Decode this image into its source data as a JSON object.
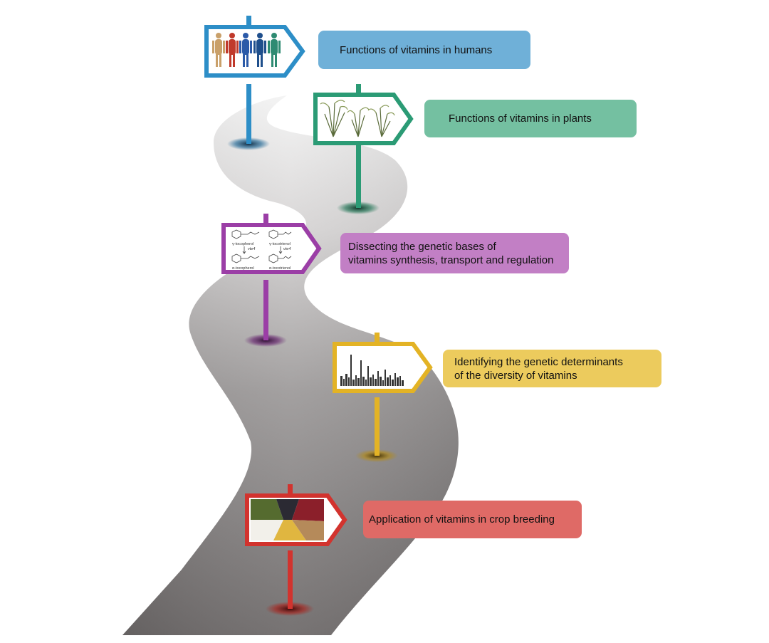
{
  "milestones": [
    {
      "text": "Functions of vitamins in humans",
      "color": "#2d8ec7",
      "box_color": "#6fb0d8",
      "icon": "human-body-systems-icon"
    },
    {
      "text": "Functions of vitamins in plants",
      "color": "#2b9b75",
      "box_color": "#74c0a1",
      "icon": "rice-plants-icon"
    },
    {
      "text": "Dissecting the genetic bases of\nvitamins synthesis, transport and regulation",
      "color": "#9b3ea6",
      "box_color": "#c27fc5",
      "icon": "tocopherol-pathway-icon",
      "pathway_labels": [
        "γ-tocopherol",
        "γ-tocotrienol",
        "vte4",
        "vte4",
        "α-tocopherol",
        "α-tocotrienol"
      ]
    },
    {
      "text": "Identifying the genetic determinants\nof the diversity of vitamins",
      "color": "#e3b325",
      "box_color": "#eccb5d",
      "icon": "manhattan-plot-icon"
    },
    {
      "text": "Application of vitamins in crop breeding",
      "color": "#d2332e",
      "box_color": "#df6a66",
      "icon": "grain-seeds-icon"
    }
  ]
}
